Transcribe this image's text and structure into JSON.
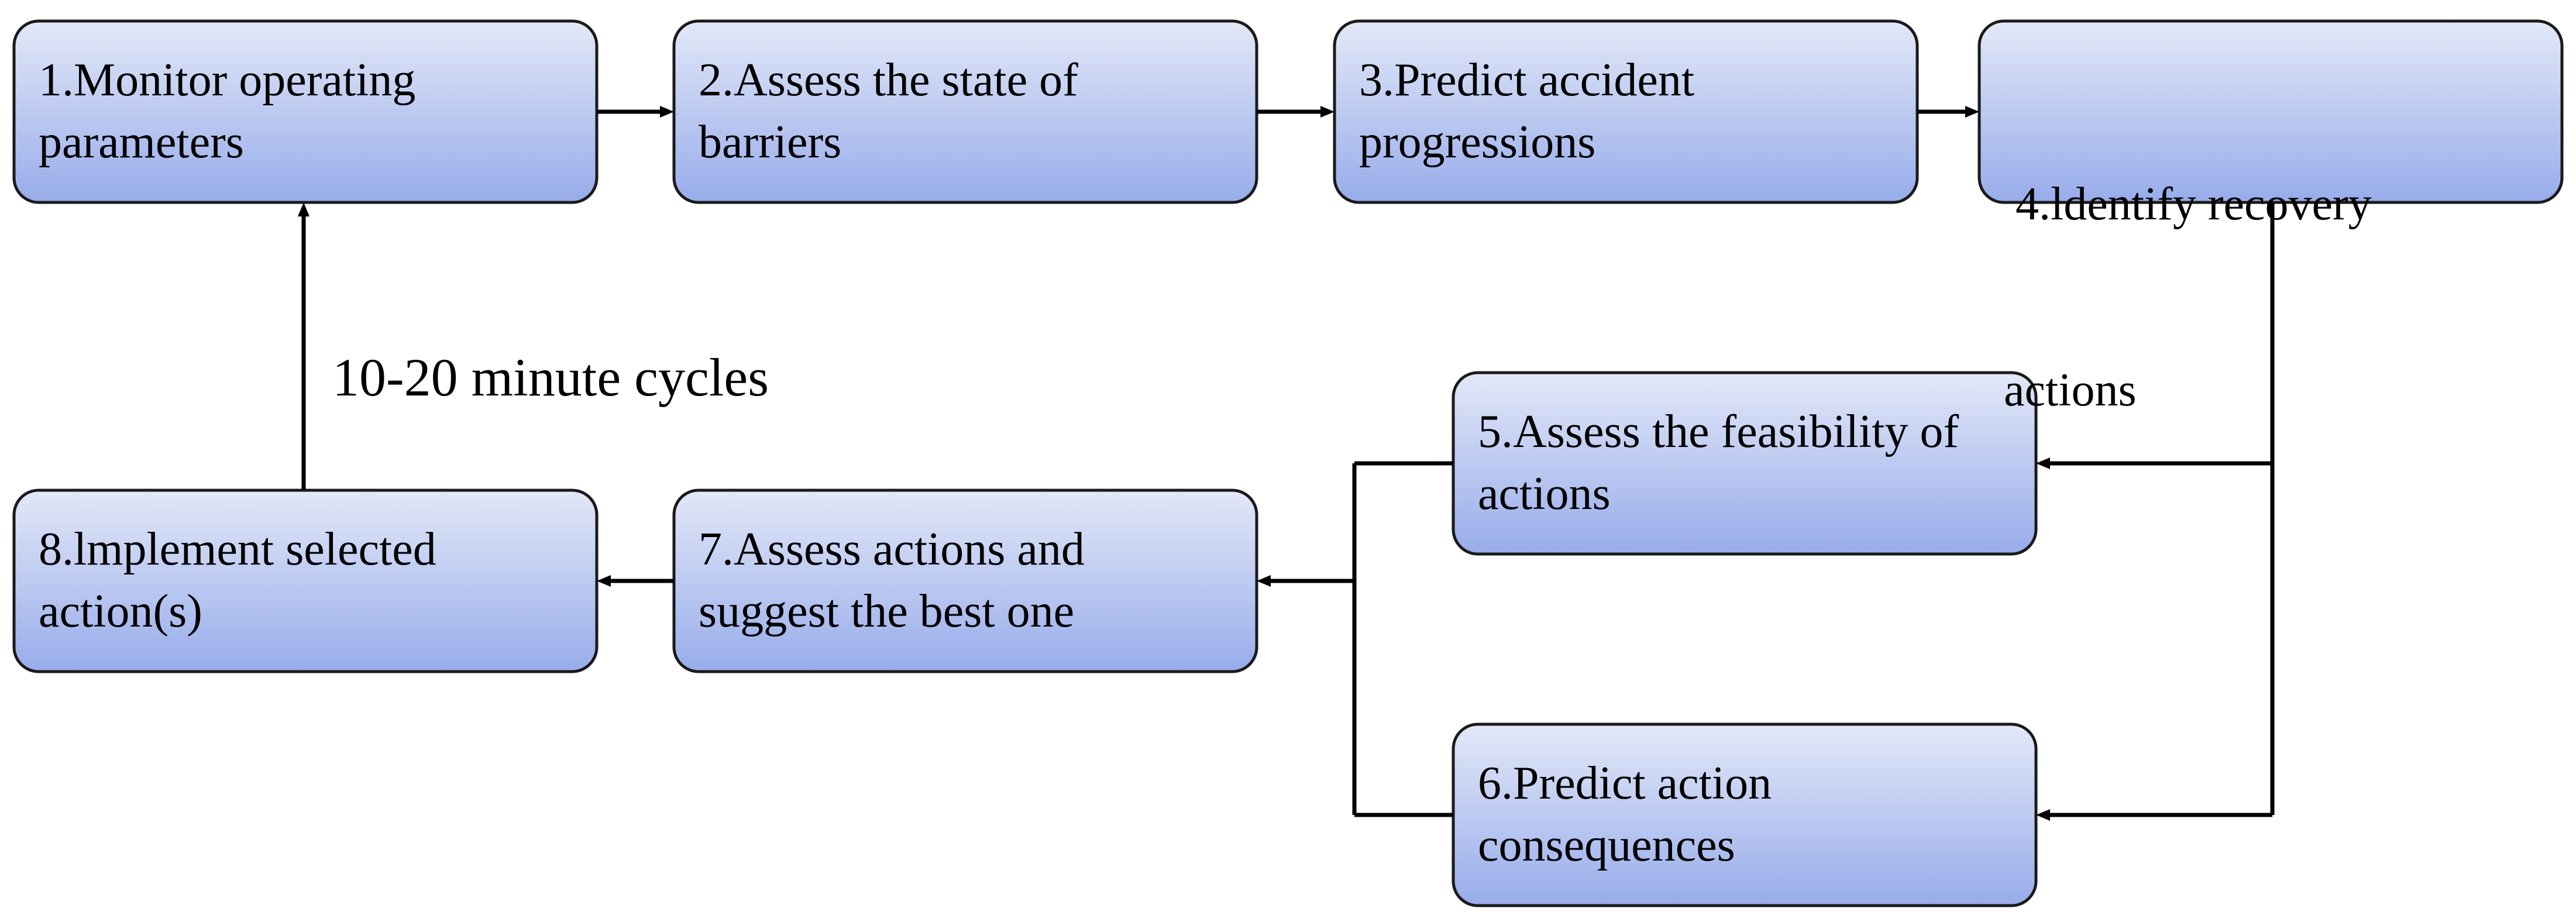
{
  "diagram": {
    "nodes": [
      {
        "id": "1",
        "lines": [
          "1.Monitor operating",
          "parameters"
        ]
      },
      {
        "id": "2",
        "lines": [
          "2.Assess the state of",
          "barriers"
        ]
      },
      {
        "id": "3",
        "lines": [
          "3.Predict accident",
          "progressions"
        ]
      },
      {
        "id": "4",
        "lines": [
          " 4.ldentify recovery",
          "actions"
        ]
      },
      {
        "id": "5",
        "lines": [
          "5.Assess the feasibility of",
          "actions"
        ]
      },
      {
        "id": "6",
        "lines": [
          "6.Predict action",
          "consequences"
        ]
      },
      {
        "id": "7",
        "lines": [
          "7.Assess actions and",
          "suggest the best one"
        ]
      },
      {
        "id": "8",
        "lines": [
          "8.lmplement selected",
          "action(s)"
        ]
      }
    ],
    "cycle_label": "10-20 minute cycles",
    "colors": {
      "box_top": "#e3e8f8",
      "box_bottom": "#97acea",
      "box_border": "#1a1a1a",
      "line": "#000000"
    }
  }
}
